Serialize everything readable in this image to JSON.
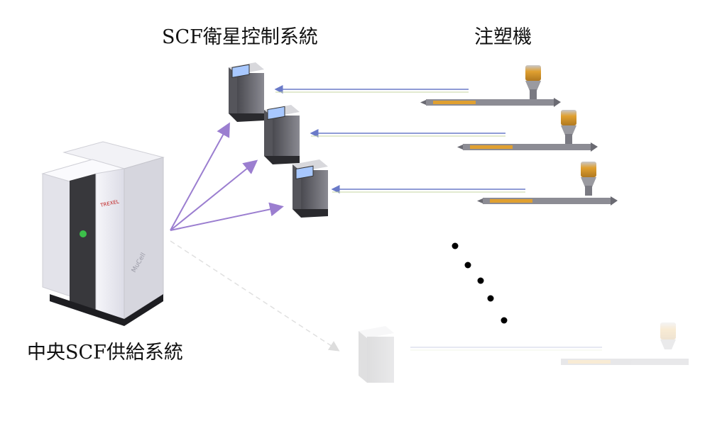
{
  "labels": {
    "satellite": "SCF衛星控制系統",
    "injection": "注塑機",
    "central": "中央SCF供給系統"
  },
  "logo_text": "TREXEL",
  "side_text": "MuCell",
  "colors": {
    "arrow_purple": "#9b7ed0",
    "return_line": "#8a9ad0",
    "ghost": "#cccccc",
    "cabinet_body": "#e8e9ef",
    "cabinet_stripe": "#3a3a3e",
    "status_led": "#3cbf4a",
    "barrel_orange": "#e0a030"
  }
}
